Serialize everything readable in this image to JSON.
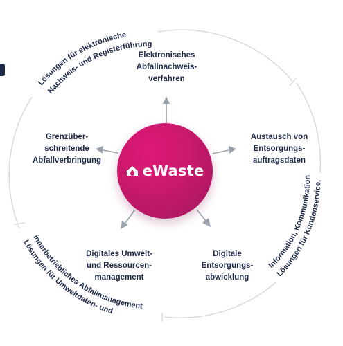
{
  "hub": {
    "label": "eWaste",
    "logo_icon": "house-drop-icon",
    "gradient_colors": [
      "#e0187a",
      "#a0165f"
    ]
  },
  "nodes": [
    {
      "id": "top",
      "text": "Elektronisches\nAbfallnachweis-\nverfahren"
    },
    {
      "id": "right",
      "text": "Austausch von\nEntsorgungs-\nauftragsdaten"
    },
    {
      "id": "bottom-right",
      "text": "Digitale\nEntsorgungs-\nabwicklung"
    },
    {
      "id": "bottom-left",
      "text": "Digitales Umwelt-\nund Ressourcen-\nmanagement"
    },
    {
      "id": "left",
      "text": "Grenzüber-\nschreitende\nAbfallverbringung"
    }
  ],
  "ring_labels": {
    "top_left": [
      "Lösungen für elektronische",
      "Nachweis- und Registerführung"
    ],
    "right": [
      "Lösungen für Kundenservice,",
      "Information, Kommunikation"
    ],
    "bottom_left": [
      "Lösungen für Umweltdaten- und",
      "innerbetriebliches Abfallmanagement"
    ]
  },
  "colors": {
    "text": "#1f2a4a",
    "arrow": "#9aa3ad",
    "ring": "#d3d6db"
  }
}
